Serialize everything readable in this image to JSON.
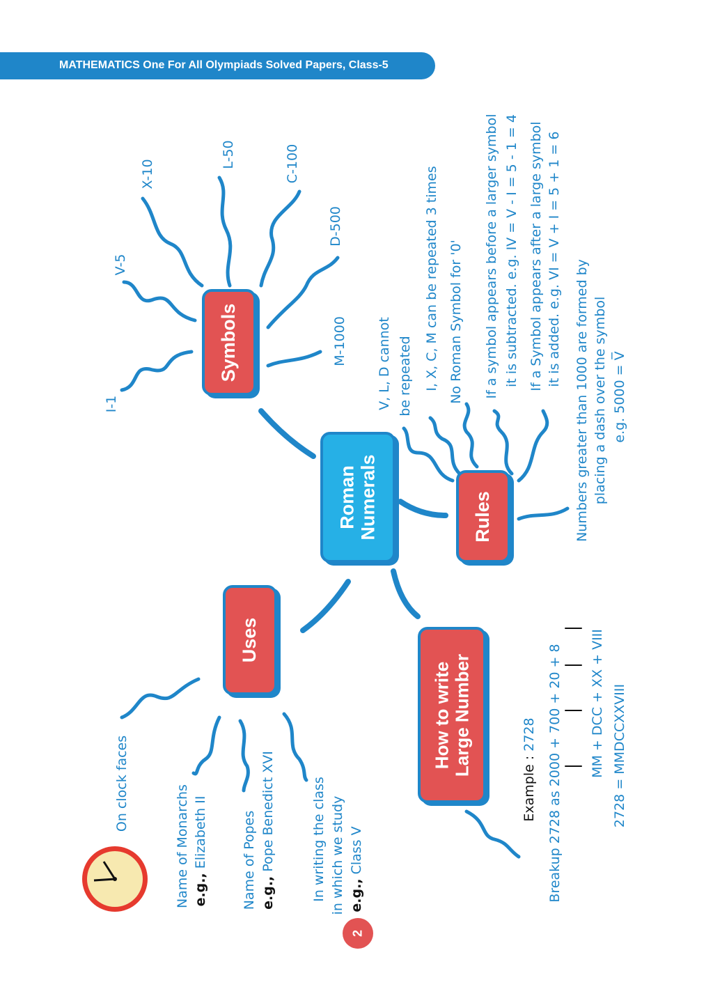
{
  "header": {
    "title": "MATHEMATICS One For All Olympiads Solved Papers, Class-5"
  },
  "center": "Roman Numerals",
  "symbols": {
    "title": "Symbols",
    "items": [
      "I-1",
      "V-5",
      "X-10",
      "L-50",
      "C-100",
      "D-500",
      "M-1000"
    ]
  },
  "rules": {
    "title": "Rules",
    "items": [
      "V, L, D cannot",
      "be repeated",
      "I, X, C, M can be repeated 3 times",
      "No Roman Symbol for '0'",
      "If a symbol appears before a larger symbol",
      "it is subtracted.   e.g. IV = V - I = 5 - 1 = 4",
      "If a Symbol appears after a large symbol",
      "it is added.   e.g. VI = V + I = 5 + 1 = 6",
      "Numbers greater than 1000 are formed by",
      "placing a dash over the symbol",
      "e.g. 5000 = V̅"
    ]
  },
  "uses": {
    "title": "Uses",
    "items": [
      "On clock faces",
      "Name of Monarchs",
      "Elizabeth II",
      "Name of Popes",
      "Pope Benedict XVI",
      "In writing the class",
      "in which we study",
      "Class V"
    ],
    "eg": "e.g.,"
  },
  "large": {
    "title1": "How to write",
    "title2": "Large Number",
    "example_label": "Example :",
    "example": "2728",
    "breakup": "Breakup 2728 as 2000 + 700 + 20 + 8",
    "roman_parts": "MM  +  DCC + XX + VIII",
    "result": "2728 = MMDCCXXVIII"
  },
  "page_number": "2",
  "colors": {
    "blue": "#1f86c9",
    "red": "#e25353",
    "cyan": "#26b0e6"
  }
}
